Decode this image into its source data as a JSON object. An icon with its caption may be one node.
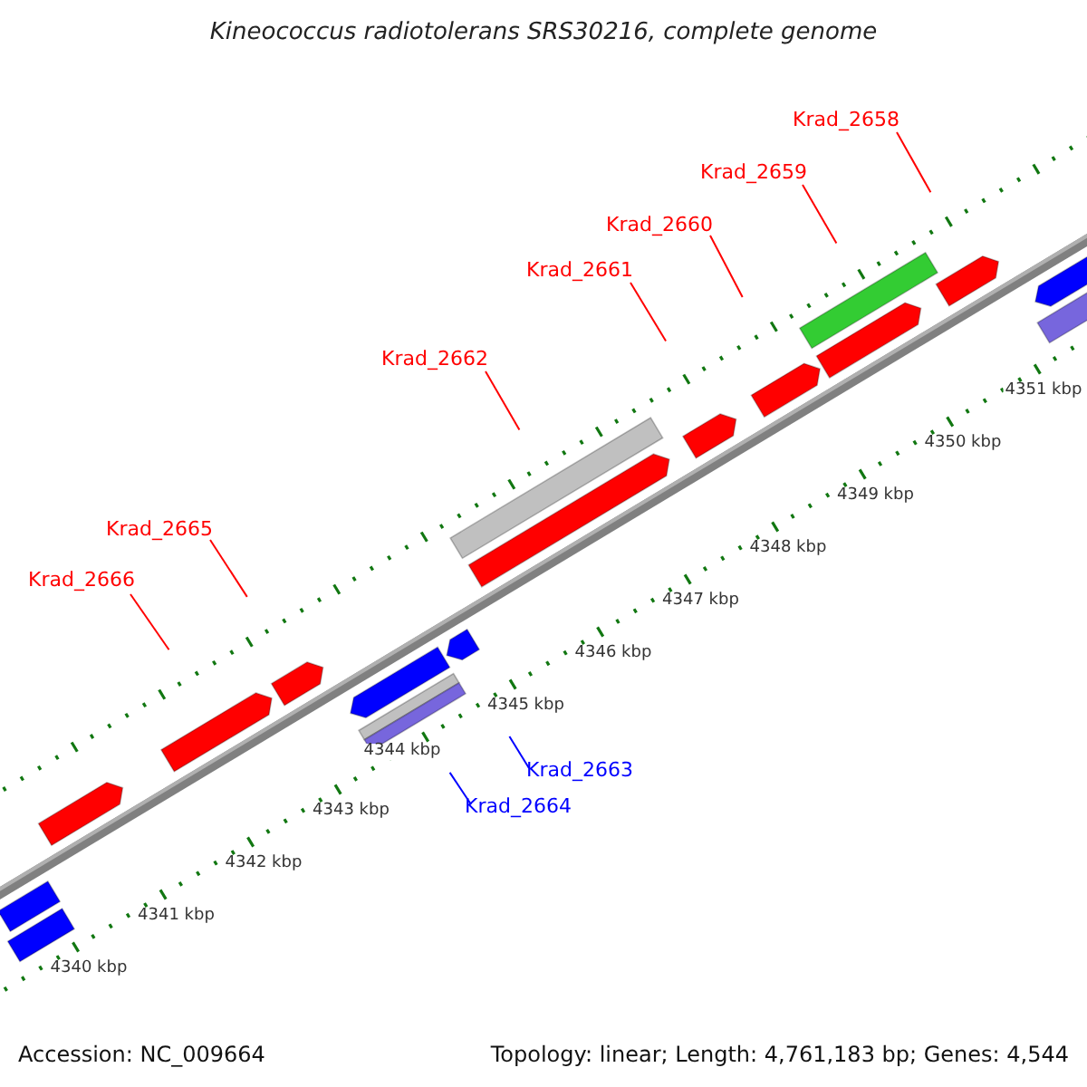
{
  "diagram": {
    "title": "Kineococcus radiotolerans SRS30216, complete genome",
    "nodes": [
      {
        "text": [
          "Krad_2658"
        ]
      },
      {
        "text": [
          "Krad_2659"
        ]
      },
      {
        "text": [
          "Krad_2660"
        ]
      },
      {
        "text": [
          "Krad_2661"
        ]
      },
      {
        "text": [
          "Krad_2662"
        ]
      },
      {
        "text": [
          "Krad_2665"
        ]
      },
      {
        "text": [
          "Krad_2666"
        ]
      },
      {
        "text": [
          "Krad_2663"
        ]
      },
      {
        "text": [
          "Krad_2664"
        ]
      }
    ],
    "edges": [
      {
        "from": 0,
        "to": null,
        "arrow": "none"
      },
      {
        "from": 1,
        "to": null,
        "arrow": "none"
      },
      {
        "from": 2,
        "to": null,
        "arrow": "none"
      },
      {
        "from": 3,
        "to": null,
        "arrow": "none"
      },
      {
        "from": 4,
        "to": null,
        "arrow": "none"
      },
      {
        "from": 5,
        "to": null,
        "arrow": "none"
      },
      {
        "from": 6,
        "to": null,
        "arrow": "none"
      },
      {
        "from": 7,
        "to": null,
        "arrow": "none",
        "color": "#0000ff"
      },
      {
        "from": 8,
        "to": null,
        "arrow": "none",
        "color": "#0000ff"
      }
    ],
    "labels": [
      "4351 kbp",
      "4350 kbp",
      "4349 kbp",
      "4348 kbp",
      "4347 kbp",
      "4346 kbp",
      "4345 kbp",
      "4344 kbp",
      "4343 kbp",
      "4342 kbp",
      "4341 kbp",
      "4340 kbp",
      "Accession: NC_009664",
      "Topology: linear; Length: 4,761,183 bp; Genes: 4,544"
    ]
  }
}
